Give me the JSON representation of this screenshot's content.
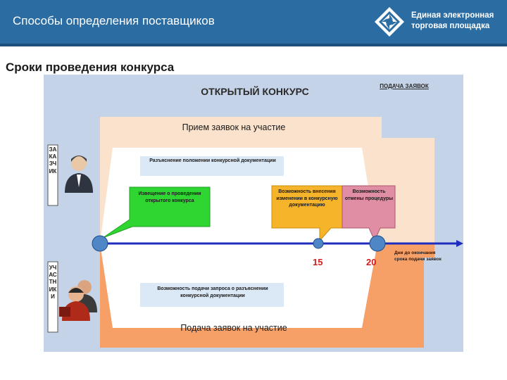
{
  "header": {
    "title": "Способы определения поставщиков"
  },
  "logo": {
    "line1": "Единая электронная",
    "line2": "торговая площадка",
    "icon": "eetp-logo-icon"
  },
  "subtitle": "Сроки проведения конкурса",
  "diagram": {
    "title": "ОТКРЫТЫЙ КОНКУРС",
    "submission_label": "ПОДАЧА ЗАЯВОК",
    "top_band": "Прием заявок на участие",
    "bottom_band": "Подача заявок на участие",
    "customer_label": "ЗАКАЗЧИК",
    "participants_label": "УЧАСТНИКИ",
    "box_clarification": "Разъяснение положении конкурсной документации",
    "box_notice": "Извещение о проведении открытого конкурса",
    "box_changes": "Возможность внесения изменении в конкурсную документацию",
    "box_cancel": "Возможность отмены процедуры",
    "box_request": "Возможность подачи запроса о разъяснении конкурсной документации",
    "day_15": "15",
    "day_20": "20",
    "axis_note": "Дни до окончания срока подачи заявок",
    "colors": {
      "green": "#2fd631",
      "orange": "#f5b42a",
      "pink": "#e08ea3",
      "peach": "#fbe2cc",
      "orange_band": "#f6a068",
      "axis": "#1f2dbf",
      "node": "#4f86c6"
    }
  }
}
